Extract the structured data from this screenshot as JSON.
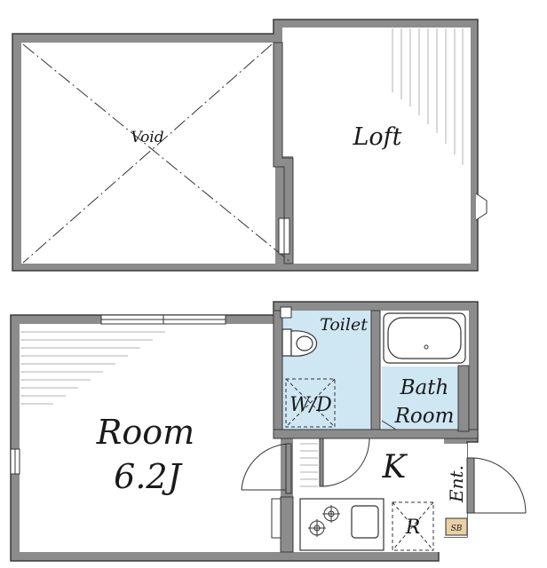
{
  "labels": {
    "void": "Void",
    "loft": "Loft",
    "toilet": "Toilet",
    "wd": "W/D",
    "bath_line1": "Bath",
    "bath_line2": "Room",
    "room_line1": "Room",
    "room_line2": "6.2J",
    "kitchen": "K",
    "entrance": "Ent.",
    "refrigerator": "R",
    "shoe_box": "SB"
  },
  "colors": {
    "wall": "#8c8c8c",
    "wall_outline": "#3a3a3a",
    "wet_area": "#cfe6f3",
    "shoe_box": "#e8cfa6"
  },
  "icons": [
    "stove-burner-icon",
    "stove-burner-icon",
    "sink-icon",
    "toilet-icon",
    "bathtub-icon",
    "door-swing-icon"
  ]
}
